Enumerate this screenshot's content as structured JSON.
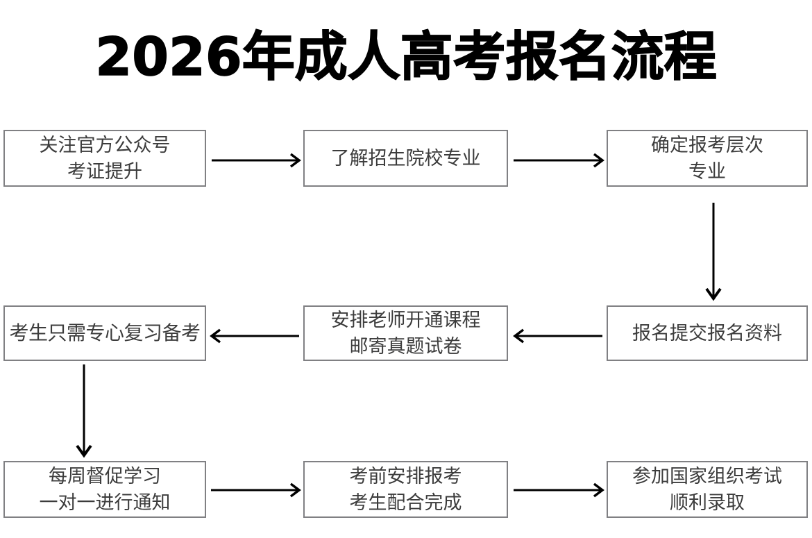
{
  "title": "2026年成人高考报名流程",
  "colors": {
    "background": "#ffffff",
    "title_text": "#000000",
    "node_border": "#808083",
    "node_fill": "#ffffff",
    "node_text": "#3c3c3c",
    "arrow": "#000000"
  },
  "chart_data": {
    "type": "diagram",
    "title": "2026年成人高考报名流程",
    "layout": "3 columns x 3 rows, serpentine (boustrophedon) flow",
    "nodes": [
      {
        "id": "n1",
        "line1": "关注官方公众号",
        "line2": "考证提升",
        "row": 1,
        "col": 1
      },
      {
        "id": "n2",
        "line1": "了解招生院校专业",
        "line2": "",
        "row": 1,
        "col": 2
      },
      {
        "id": "n3",
        "line1": "确定报考层次",
        "line2": "专业",
        "row": 1,
        "col": 3
      },
      {
        "id": "n4",
        "line1": "考生只需专心复习备考",
        "line2": "",
        "row": 2,
        "col": 1
      },
      {
        "id": "n5",
        "line1": "安排老师开通课程",
        "line2": "邮寄真题试卷",
        "row": 2,
        "col": 2
      },
      {
        "id": "n6",
        "line1": "报名提交报名资料",
        "line2": "",
        "row": 2,
        "col": 3
      },
      {
        "id": "n7",
        "line1": "每周督促学习",
        "line2": "一对一进行通知",
        "row": 3,
        "col": 1
      },
      {
        "id": "n8",
        "line1": "考前安排报考",
        "line2": "考生配合完成",
        "row": 3,
        "col": 2
      },
      {
        "id": "n9",
        "line1": "参加国家组织考试",
        "line2": "顺利录取",
        "row": 3,
        "col": 3
      }
    ],
    "edges": [
      {
        "from": "n1",
        "to": "n2",
        "direction": "right"
      },
      {
        "from": "n2",
        "to": "n3",
        "direction": "right"
      },
      {
        "from": "n3",
        "to": "n6",
        "direction": "down"
      },
      {
        "from": "n6",
        "to": "n5",
        "direction": "left"
      },
      {
        "from": "n5",
        "to": "n4",
        "direction": "left"
      },
      {
        "from": "n4",
        "to": "n7",
        "direction": "down"
      },
      {
        "from": "n7",
        "to": "n8",
        "direction": "right"
      },
      {
        "from": "n8",
        "to": "n9",
        "direction": "right"
      }
    ]
  }
}
